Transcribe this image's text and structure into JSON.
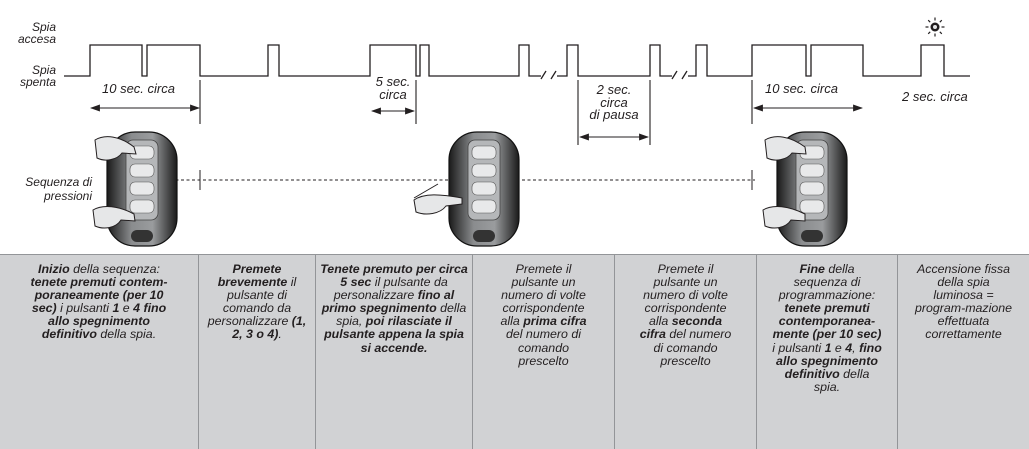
{
  "labels": {
    "spia_accesa": [
      "Spia",
      "accesa"
    ],
    "spia_spenta": [
      "Spia",
      "spenta"
    ],
    "sequenza": [
      "Sequenza di",
      "pressioni"
    ]
  },
  "timings": {
    "t1": "10 sec. circa",
    "t2": [
      "5 sec.",
      "circa"
    ],
    "t3": [
      "2 sec.",
      "circa",
      "di pausa"
    ],
    "t4": "10 sec. circa",
    "t5": "2 sec. circa"
  },
  "steps": [
    [
      [
        "b",
        "Inizio"
      ],
      [
        "t",
        " della sequenza: "
      ],
      [
        "b",
        "tenete premuti contem-poraneamente (per 10 sec)"
      ],
      [
        "t",
        " i pulsanti "
      ],
      [
        "b",
        "1"
      ],
      [
        "t",
        " e "
      ],
      [
        "b",
        "4 fino allo spegnimento definitivo"
      ],
      [
        "t",
        " della spia."
      ]
    ],
    [
      [
        "b",
        "Premete brevemente"
      ],
      [
        "t",
        " il pulsante di comando da personalizzare "
      ],
      [
        "b",
        "(1, 2, 3 o 4)"
      ],
      [
        "t",
        "."
      ]
    ],
    [
      [
        "b",
        "Tenete premuto per circa 5 sec"
      ],
      [
        "t",
        " il pulsante da personalizzare "
      ],
      [
        "b",
        "fino al primo spegnimento"
      ],
      [
        "t",
        " della spia, "
      ],
      [
        "b",
        "poi rilasciate il pulsante appena la spia si accende."
      ]
    ],
    [
      [
        "t",
        "Premete il pulsante un numero di volte corrispondente alla "
      ],
      [
        "b",
        "prima cifra"
      ],
      [
        "t",
        " del numero di comando prescelto"
      ]
    ],
    [
      [
        "t",
        "Premete il pulsante un numero di volte corrispondente alla "
      ],
      [
        "b",
        "seconda cifra"
      ],
      [
        "t",
        " del numero di comando prescelto"
      ]
    ],
    [
      [
        "b",
        "Fine"
      ],
      [
        "t",
        " della sequenza di programmazione: "
      ],
      [
        "b",
        "tenete premuti contemporanea-mente (per 10 sec)"
      ],
      [
        "t",
        " i pulsanti "
      ],
      [
        "b",
        "1"
      ],
      [
        "t",
        " e "
      ],
      [
        "b",
        "4"
      ],
      [
        "t",
        ", "
      ],
      [
        "b",
        "fino allo spegnimento definitivo"
      ],
      [
        "t",
        " della spia."
      ]
    ],
    [
      [
        "t",
        "Accensione fissa della spia luminosa = program-mazione effettuata correttamente"
      ]
    ]
  ]
}
